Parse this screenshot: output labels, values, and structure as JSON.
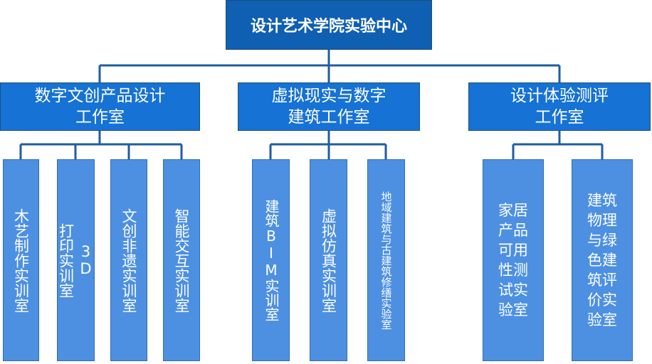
{
  "root": {
    "label": "设计艺术学院实验中心"
  },
  "workshops": [
    {
      "label": "数字文创产品设计\n工作室",
      "labs": [
        "木艺制作实训室",
        "3D\n打印实训室",
        "文创非遗实训室",
        "智能交互实训室"
      ]
    },
    {
      "label": "虚拟现实与数字\n建筑工作室",
      "labs": [
        "建筑BIM实训室",
        "虚拟仿真实训室",
        "地域建筑与古建筑修缮实验室"
      ]
    },
    {
      "label": "设计体验测评\n工作室",
      "labs": [
        "家居\n产品\n可用\n性测\n试实\n验室",
        "建筑\n物理\n与绿\n色建\n筑评\n价实\n验室"
      ]
    }
  ],
  "colors": {
    "root_fill": "#0f5fb2",
    "workshop_fill": "#1672d4",
    "lab_fill": "#4d90e2",
    "connector": "#1f5da0"
  }
}
